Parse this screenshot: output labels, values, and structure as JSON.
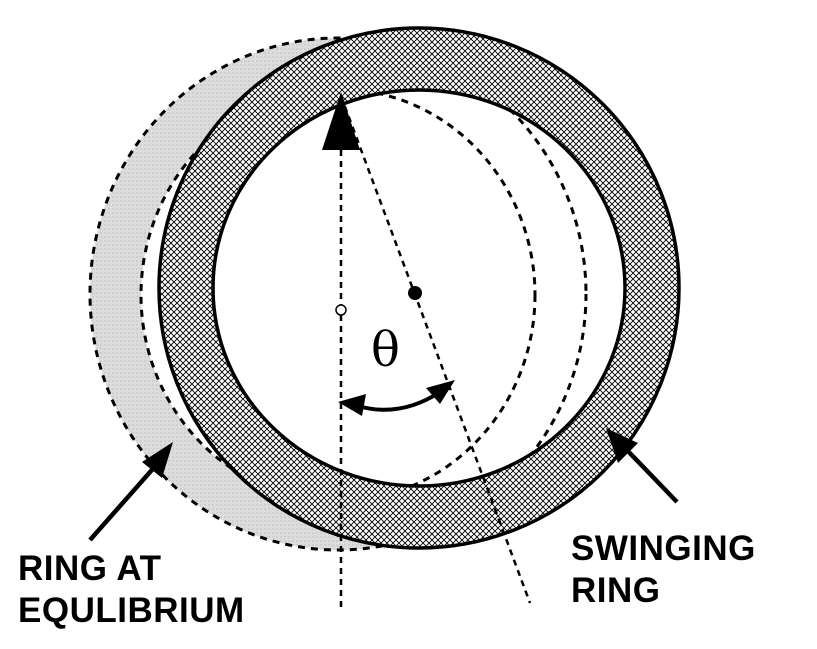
{
  "labels": {
    "equilibrium_line1": "RING AT",
    "equilibrium_line2": "EQULIBRIUM",
    "swinging_line1": "SWINGING",
    "swinging_line2": "RING",
    "angle_symbol": "θ"
  },
  "colors": {
    "ink": "#000000",
    "equilibrium_ring_fill": "#d9d9d9",
    "background": "#ffffff"
  },
  "figure": {
    "equilibrium_ring": "dashed outline, light gray fill",
    "swinging_ring": "solid outline, crosshatched fill",
    "pivot_marker": "up-arrow-icon",
    "angle_arrow": "curved-double-arrow-icon"
  }
}
